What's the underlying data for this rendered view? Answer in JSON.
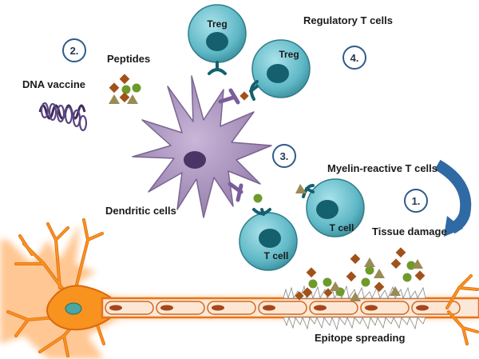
{
  "labels": {
    "dna_vaccine": "DNA vaccine",
    "peptides": "Peptides",
    "regulatory_t_cells": "Regulatory T cells",
    "dendritic_cells": "Dendritic cells",
    "myelin_reactive": "Myelin-reactive T cells",
    "tissue_damage": "Tissue damage",
    "epitope_spreading": "Epitope spreading"
  },
  "cells": {
    "treg_top": "Treg",
    "treg_right": "Treg",
    "t_cell_right": "T cell",
    "t_cell_bottom": "T cell"
  },
  "steps": {
    "one": "1.",
    "two": "2.",
    "three": "3.",
    "four": "4."
  },
  "colors": {
    "t_cell_fill": "#5fb8c6",
    "t_cell_nucleus": "#14606e",
    "dendritic_cell": "#a58fb7",
    "dendritic_nucleus": "#4a3566",
    "neuron": "#f7931e",
    "axon_border": "#e8731a",
    "antigen_brown": "#a0521a",
    "antigen_green": "#6e9a2a",
    "antigen_khaki": "#9a8a55",
    "arrow_blue": "#2f6aa5"
  }
}
